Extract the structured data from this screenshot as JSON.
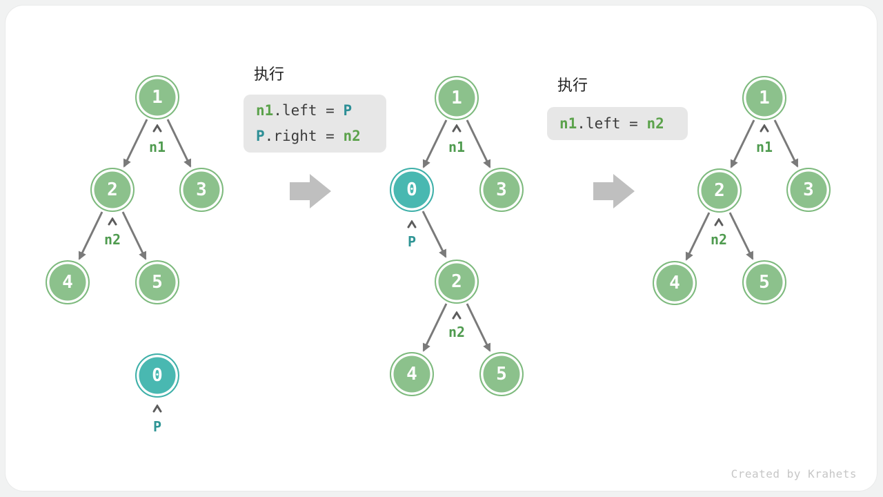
{
  "watermark": "Created by Krahets",
  "colors": {
    "node_green_fill": "#8cc18c",
    "node_teal_fill": "#49b8b1",
    "tree_label_green": "#4f9b4f",
    "tree_label_teal": "#2f9595",
    "code_green": "#5ba24b",
    "code_teal": "#2d8f96",
    "code_box_bg": "#e7e7e7",
    "edge_gray": "#7a7a7a",
    "big_arrow_gray": "#bfbfbf"
  },
  "code1": {
    "title": "执行",
    "l1": {
      "s1": "n1",
      "s2": ".left = ",
      "s3": "P"
    },
    "l2": {
      "s1": "P",
      "s2": ".right = ",
      "s3": "n2"
    }
  },
  "code2": {
    "title": "执行",
    "l1": {
      "s1": "n1",
      "s2": ".left = ",
      "s3": "n2"
    }
  },
  "trees": {
    "left": {
      "n1": "1",
      "n2": "2",
      "n3": "3",
      "n4": "4",
      "n5": "5",
      "label_n1": "n1",
      "label_n2": "n2"
    },
    "middle": {
      "n1": "1",
      "n0": "0",
      "n3": "3",
      "n2": "2",
      "n4": "4",
      "n5": "5",
      "label_n1": "n1",
      "label_p": "P",
      "label_n2": "n2"
    },
    "right": {
      "n1": "1",
      "n2": "2",
      "n3": "3",
      "n4": "4",
      "n5": "5",
      "label_n1": "n1",
      "label_n2": "n2"
    }
  },
  "p_node": {
    "value": "0",
    "label": "P"
  }
}
